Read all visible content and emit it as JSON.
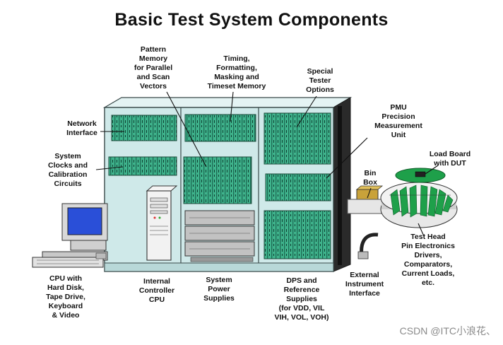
{
  "title": "Basic Test System Components",
  "labels": {
    "pattern_memory": "Pattern\nMemory\nfor Parallel\nand Scan\nVectors",
    "timing": "Timing,\nFormatting,\nMasking and\nTimeset Memory",
    "special_options": "Special\nTester\nOptions",
    "pmu": "PMU\nPrecision\nMeasurement\nUnit",
    "network": "Network\nInterface",
    "clocks": "System\nClocks and\nCalibration\nCircuits",
    "load_board": "Load Board\nwith DUT",
    "bin_box": "Bin\nBox",
    "test_head": "Test Head\nPin Electronics\nDrivers,\nComparators,\nCurrent Loads,\netc.",
    "cpu": "CPU with\nHard Disk,\nTape Drive,\nKeyboard\n& Video",
    "internal_cpu": "Internal\nController\nCPU",
    "power": "System\nPower\nSupplies",
    "dps": "DPS and\nReference\nSupplies\n(for VDD, VIL\nVIH, VOL, VOH)",
    "ext_interface": "External\nInstrument\nInterface"
  },
  "watermark": "CSDN @ITC小浪花、",
  "colors": {
    "cabinet": "#cfe9e9",
    "cabinet_edge": "#3a4a4a",
    "board": "#3fb38c",
    "board_dark": "#1d6b54",
    "test_head_green": "#1ea04a"
  }
}
